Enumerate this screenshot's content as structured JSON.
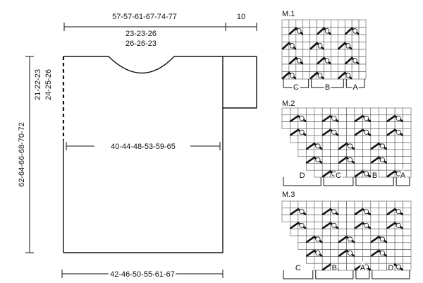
{
  "garment": {
    "top_width": "57-57-61-67-74-77",
    "sleeve_width": "10",
    "neck_width_line1": "23-23-26",
    "neck_width_line2": "26-26-23",
    "total_length": "62-64-66-68-70-72",
    "armhole_line1": "21-22-23",
    "armhole_line2": "24-25-26",
    "chest_width": "40-44-48-53-59-65",
    "bottom_width": "42-46-50-55-61-67"
  },
  "charts": [
    {
      "title": "M.1",
      "cols": 12,
      "rows": 8,
      "steps": [
        0,
        0,
        0,
        0,
        0,
        0,
        0,
        0
      ],
      "sections": [
        {
          "label": "C",
          "span": 4
        },
        {
          "label": "B",
          "span": 5
        },
        {
          "label": "A",
          "span": 3
        }
      ]
    },
    {
      "title": "M.2",
      "cols": 16,
      "rows": 10,
      "steps": [
        0,
        0,
        0,
        1,
        1,
        2,
        2,
        3,
        3,
        4
      ],
      "sections": [
        {
          "label": "D",
          "span": 5
        },
        {
          "label": "C",
          "span": 4
        },
        {
          "label": "B",
          "span": 5
        },
        {
          "label": "A",
          "span": 2
        }
      ]
    },
    {
      "title": "M.3",
      "cols": 16,
      "rows": 10,
      "steps": [
        0,
        0,
        0,
        1,
        1,
        2,
        2,
        3,
        3,
        4
      ],
      "sections": [
        {
          "label": "C",
          "span": 4
        },
        {
          "label": "B",
          "span": 5
        },
        {
          "label": "A",
          "span": 2
        },
        {
          "label": "D",
          "span": 5
        }
      ]
    }
  ]
}
